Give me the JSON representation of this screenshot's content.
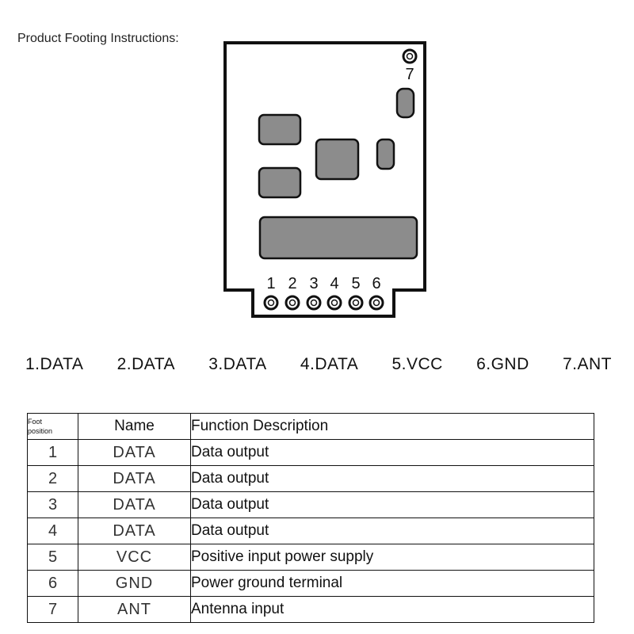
{
  "heading": "Product Footing Instructions:",
  "board": {
    "top_pin_label": "7",
    "bottom_pin_labels": [
      "1",
      "2",
      "3",
      "4",
      "5",
      "6"
    ]
  },
  "pin_legend": [
    "1.DATA",
    "2.DATA",
    "3.DATA",
    "4.DATA",
    "5.VCC",
    "6.GND",
    "7.ANT"
  ],
  "table": {
    "headers": {
      "foot_line1": "Foot",
      "foot_line2": "position",
      "name": "Name",
      "description": "Function Description"
    },
    "rows": [
      {
        "pos": "1",
        "name": "DATA",
        "desc": "Data output"
      },
      {
        "pos": "2",
        "name": "DATA",
        "desc": "Data output"
      },
      {
        "pos": "3",
        "name": "DATA",
        "desc": "Data output"
      },
      {
        "pos": "4",
        "name": "DATA",
        "desc": "Data output"
      },
      {
        "pos": "5",
        "name": "VCC",
        "desc": "Positive input power supply"
      },
      {
        "pos": "6",
        "name": "GND",
        "desc": "Power ground terminal"
      },
      {
        "pos": "7",
        "name": "ANT",
        "desc": "Antenna input"
      }
    ]
  },
  "colors": {
    "outline": "#111111",
    "component_fill": "#8c8c8c"
  }
}
